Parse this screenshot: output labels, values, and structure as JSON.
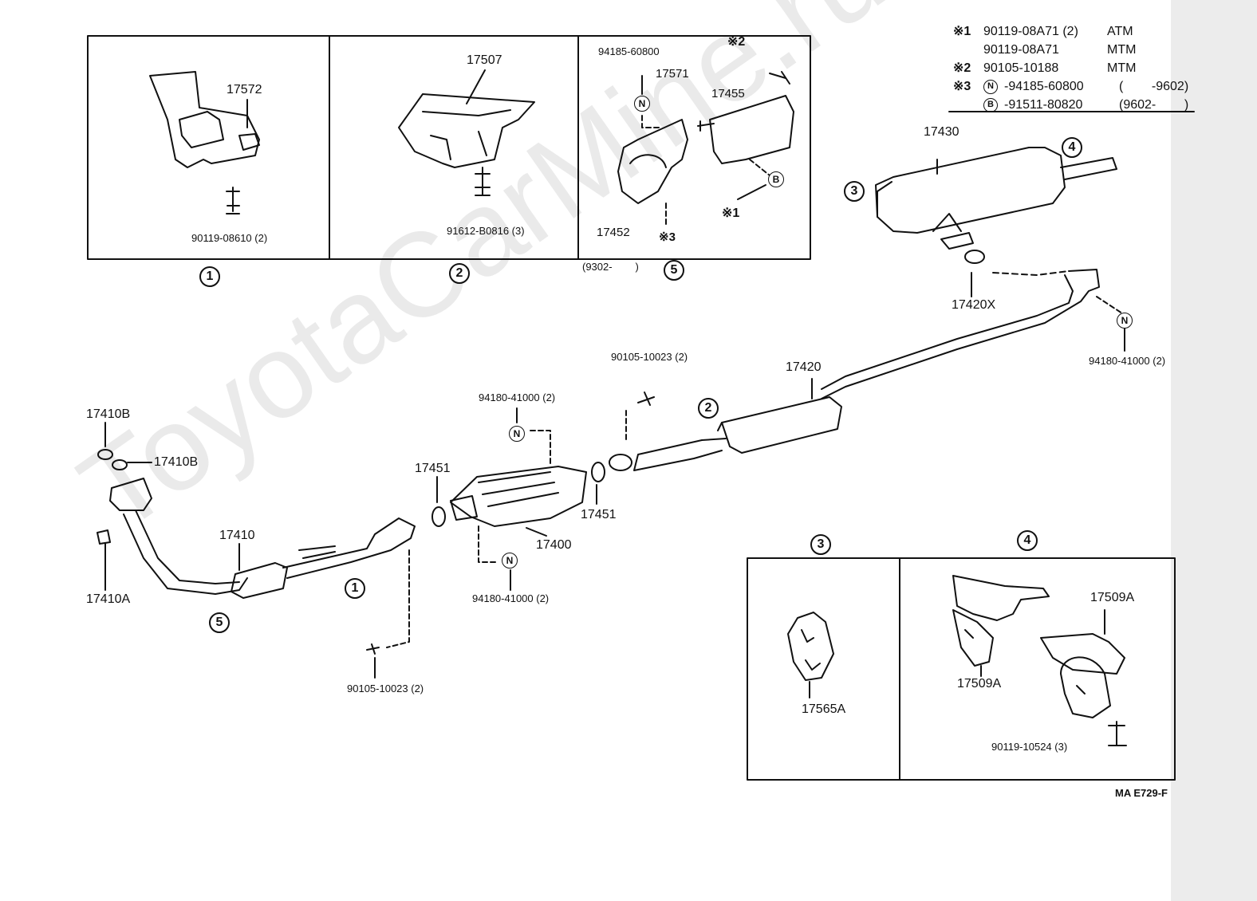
{
  "watermark": "ToyotaCarMine.ru",
  "drawing_code": "MA E729-F",
  "legend": [
    {
      "mark": "※1",
      "part": "90119-08A71 (2)",
      "use": "ATM"
    },
    {
      "mark": "",
      "part": "90119-08A71",
      "use": "MTM"
    },
    {
      "mark": "※2",
      "part": "90105-10188",
      "use": "MTM"
    },
    {
      "mark": "※3",
      "badge": "N",
      "part": "-94185-60800",
      "range": "(        -9602)"
    },
    {
      "mark": "",
      "badge": "B",
      "part": "-91511-80820",
      "range": "(9602-        )"
    }
  ],
  "panels": {
    "p1": {
      "num": "1",
      "part": "17572",
      "bolt": "90119-08610 (2)"
    },
    "p2": {
      "num": "2",
      "part": "17507",
      "bolt": "91612-B0816 (3)"
    },
    "p5": {
      "num": "5",
      "date": "(9302-        )",
      "n_part": "94185-60800",
      "bracket": "17571",
      "clamp": "17452",
      "hanger": "17455",
      "note1": "※1",
      "note2": "※2",
      "note3": "※3",
      "badge_n": "N",
      "badge_b": "B"
    },
    "p3": {
      "num": "3",
      "part": "17565A"
    },
    "p4": {
      "num": "4",
      "part_a": "17509A",
      "part_b": "17509A",
      "bolt": "90119-10524 (3)"
    }
  },
  "parts": {
    "muffler": "17430",
    "gasket_x": "17420X",
    "n_rear": "94180-41000 (2)",
    "center_pipe": "17420",
    "bolt_top": "90105-10023 (2)",
    "n_cat_top": "94180-41000 (2)",
    "n_cat_bottom": "94180-41000 (2)",
    "converter": "17400",
    "gasket_left": "17451",
    "gasket_right": "17451",
    "front_pipe": "17410",
    "gasket_b1": "17410B",
    "gasket_b2": "17410B",
    "nut_a": "17410A",
    "bolt_bottom": "90105-10023 (2)"
  },
  "callouts": {
    "c1": "1",
    "c2": "2",
    "c3": "3",
    "c4": "4",
    "c5": "5",
    "n": "N"
  }
}
